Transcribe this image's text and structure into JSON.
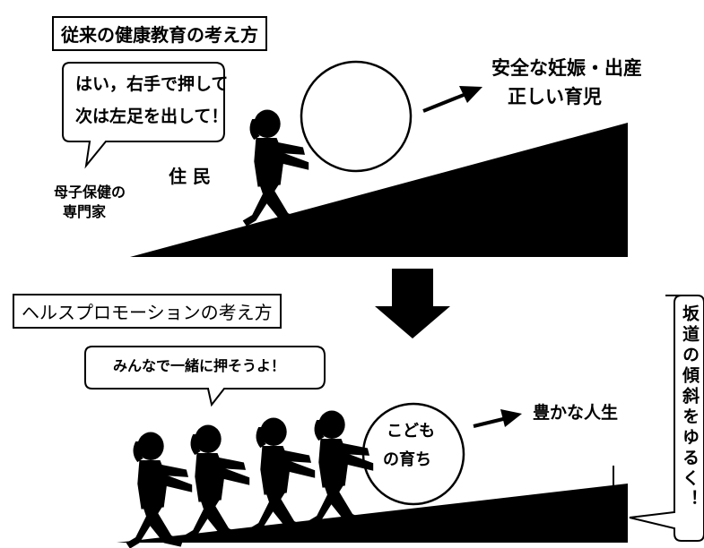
{
  "top": {
    "title": "従来の健康教育の考え方",
    "speech_line1": "はい，右手で押して",
    "speech_line2": "次は左足を出して！",
    "expert_line1": "母子保健の",
    "expert_line2": "専門家",
    "resident": "住 民",
    "goal_line1": "安全な妊娠・出産",
    "goal_line2": "正しい育児"
  },
  "bottom": {
    "title": "ヘルスプロモーションの考え方",
    "speech": "みんなで一緒に押そうよ！",
    "ball_line1": "こども",
    "ball_line2": "の育ち",
    "goal": "豊かな人生",
    "side_note": "坂道の傾斜をゆるく！"
  },
  "colors": {
    "ink": "#000000",
    "paper": "#ffffff"
  }
}
